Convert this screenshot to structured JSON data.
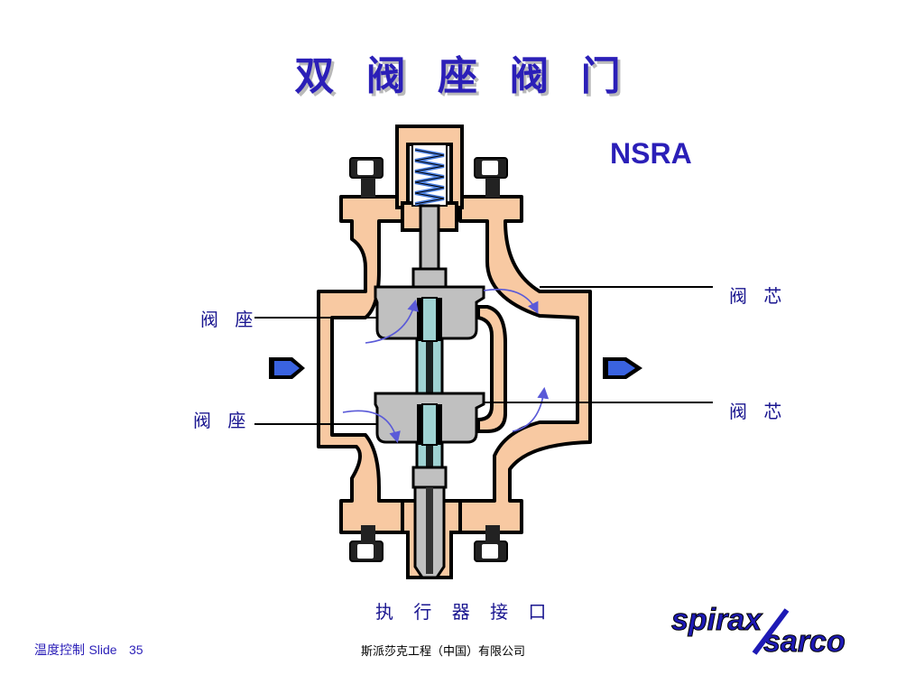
{
  "slide": {
    "title": "双 阀 座 阀 门",
    "model": "NSRA"
  },
  "labels": {
    "seat_upper": "阀 座",
    "seat_lower": "阀 座",
    "plug_upper": "阀 芯",
    "plug_lower": "阀 芯",
    "actuator_connection": "执 行 器 接 口"
  },
  "footer": {
    "topic": "温度控制",
    "slide_label": "Slide",
    "slide_number": "35",
    "company": "斯派莎克工程（中国）有限公司"
  },
  "logo": {
    "text_top": "spirax",
    "text_bottom": "sarco"
  },
  "colors": {
    "title": "#2b1fb8",
    "body_casting": "#f8c9a2",
    "metal": "#c0c0c0",
    "stem": "#9fd2d2",
    "spring": "#4a7fe0",
    "flow_arrow": "#3a63e0",
    "flow_line": "#5a5ad8",
    "logo": "#1e1ab5"
  }
}
